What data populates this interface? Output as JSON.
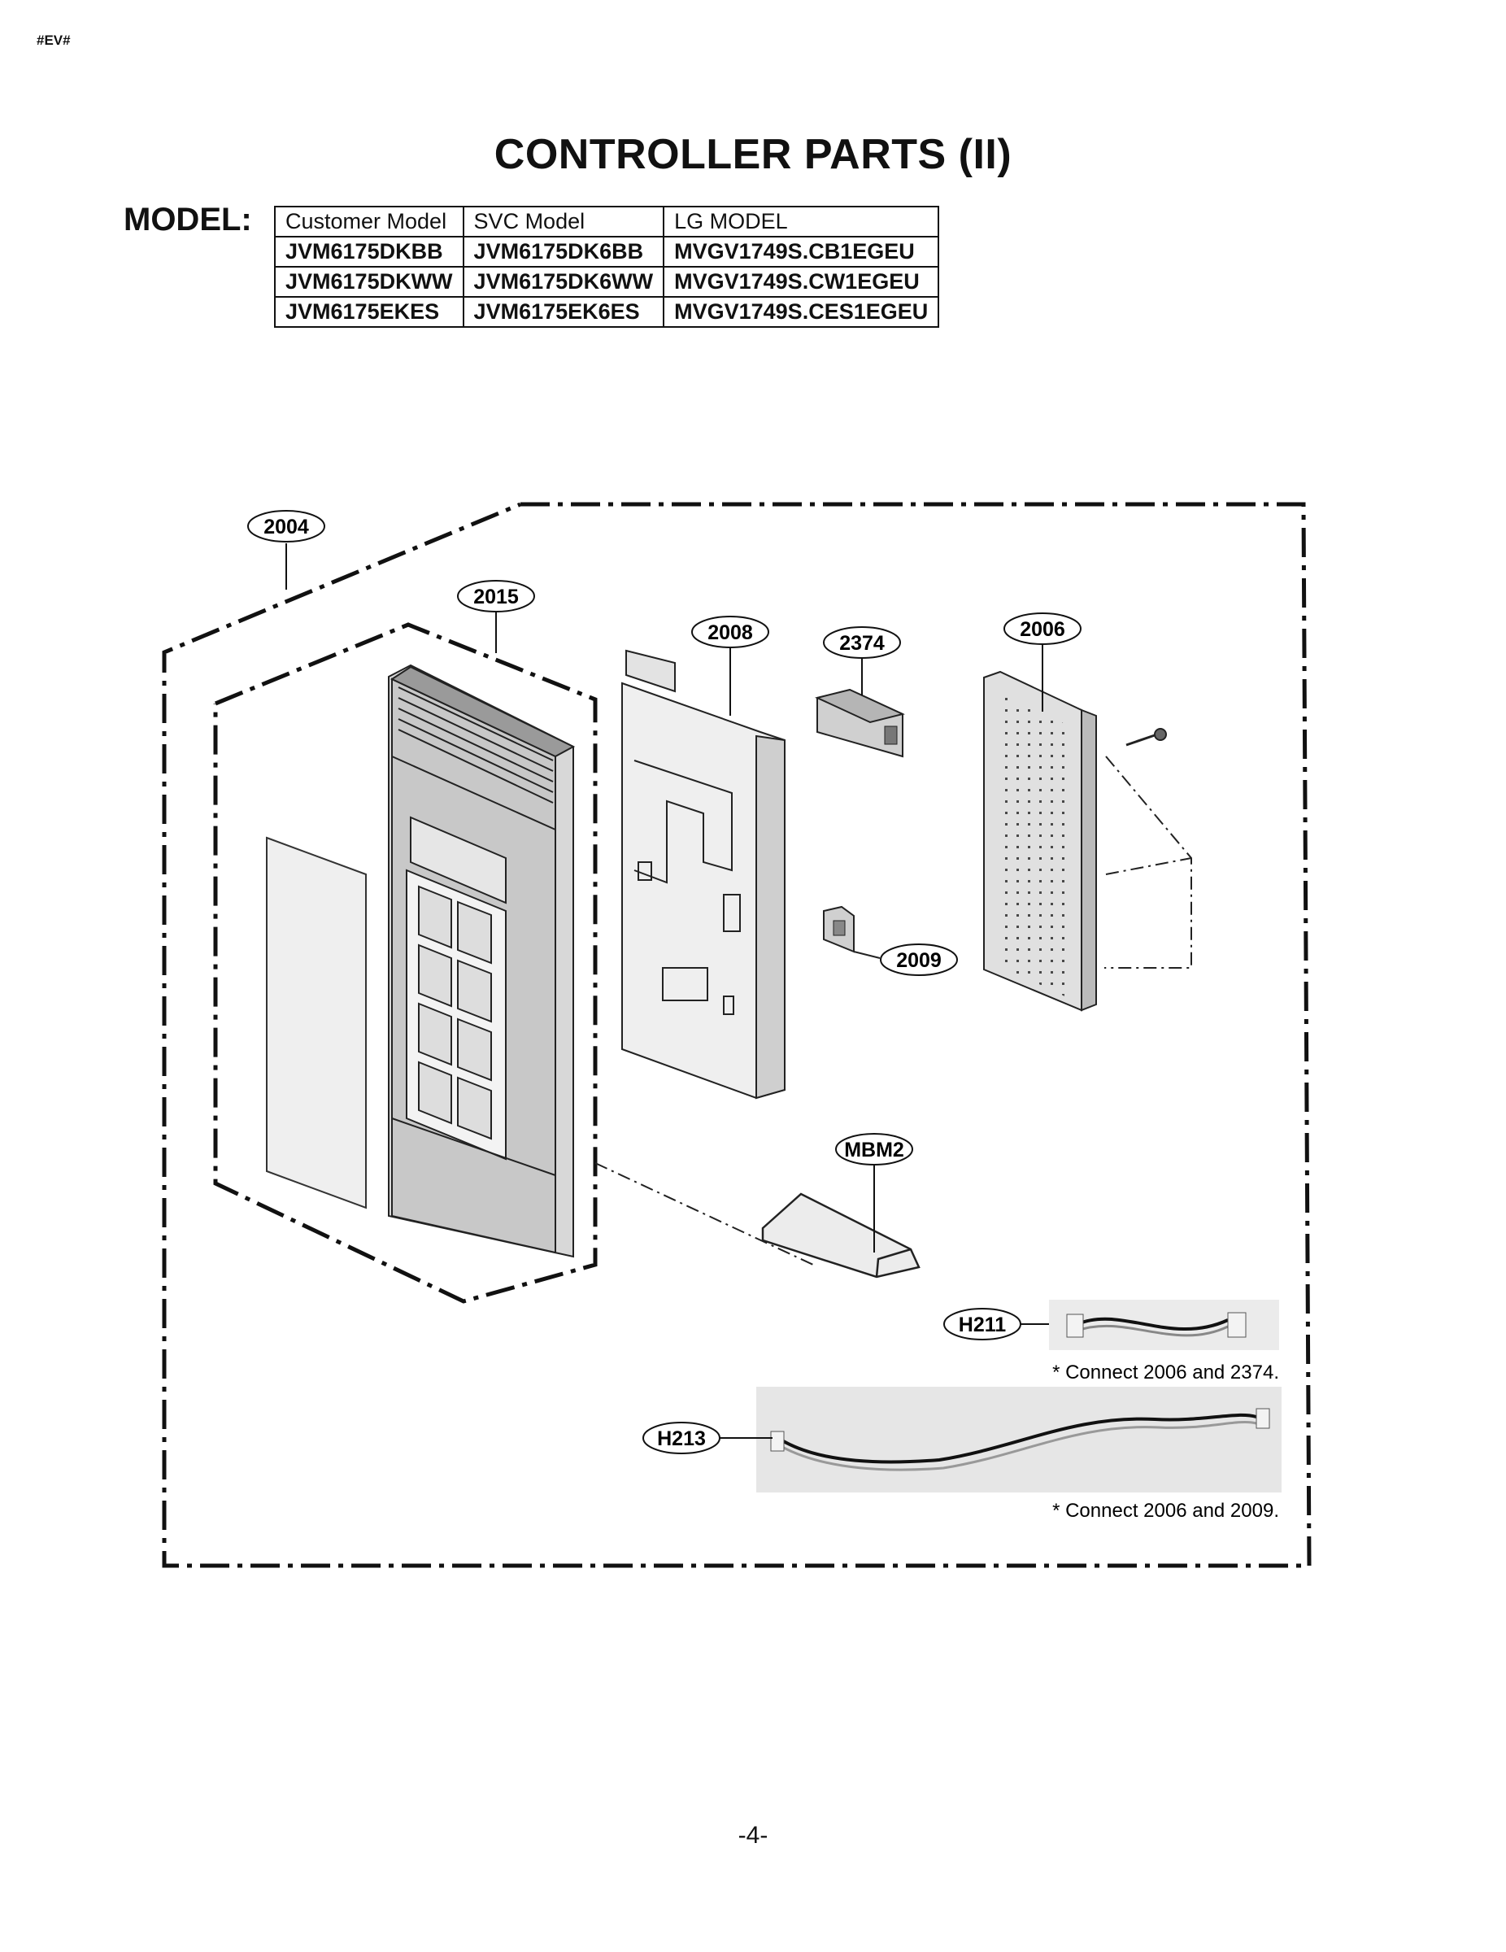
{
  "header": {
    "corner_tag": "#EV#",
    "title": "CONTROLLER PARTS (II)",
    "model_label": "MODEL:"
  },
  "model_table": {
    "columns": [
      "Customer Model",
      "SVC Model",
      "LG MODEL"
    ],
    "rows": [
      [
        "JVM6175DKBB",
        "JVM6175DK6BB",
        "MVGV1749S.CB1EGEU"
      ],
      [
        "JVM6175DKWW",
        "JVM6175DK6WW",
        "MVGV1749S.CW1EGEU"
      ],
      [
        "JVM6175EKES",
        "JVM6175EK6ES",
        "MVGV1749S.CES1EGEU"
      ]
    ]
  },
  "diagram": {
    "parts": {
      "control_panel_assembly": "2004",
      "panel_frame": "2015",
      "bracket": "2008",
      "connector_module": "2374",
      "pcb_assembly": "2006",
      "switch": "2009",
      "manual_bag": "MBM2",
      "harness_h211": "H211",
      "harness_h213": "H213"
    },
    "notes": {
      "h211": "* Connect 2006 and 2374.",
      "h213": "* Connect 2006 and 2009."
    }
  },
  "footer": {
    "page_number": "-4-"
  }
}
